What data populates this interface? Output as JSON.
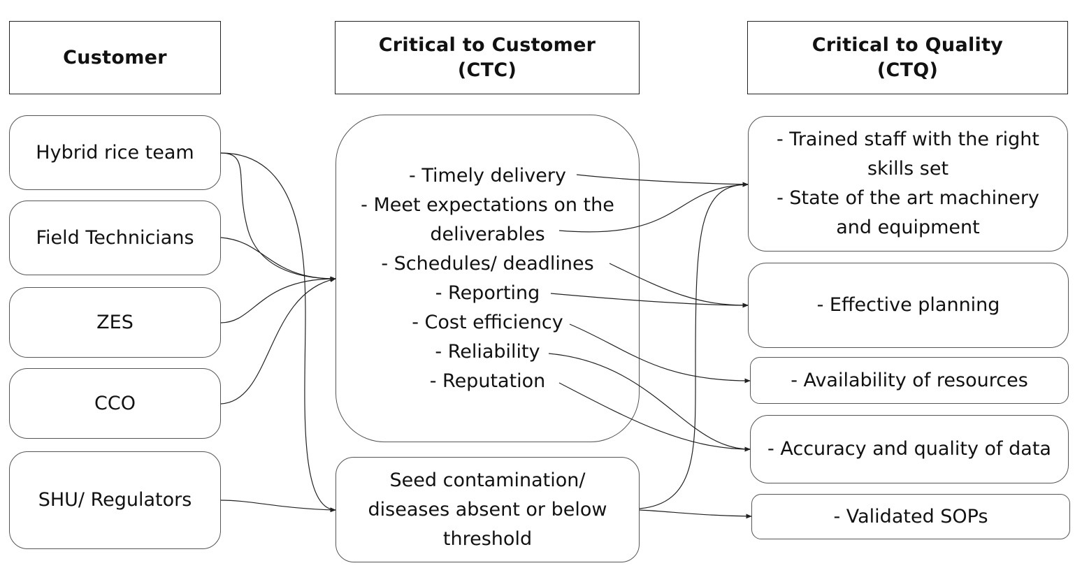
{
  "headers": {
    "customer": "Customer",
    "ctc": [
      "Critical to Customer",
      "(CTC)"
    ],
    "ctq": [
      "Critical to Quality",
      "(CTQ)"
    ]
  },
  "customers": [
    "Hybrid rice team",
    "Field Technicians",
    "ZES",
    "CCO",
    "SHU/ Regulators"
  ],
  "ctc_main": [
    "- Timely delivery",
    "- Meet expectations on the",
    "deliverables",
    "- Schedules/ deadlines",
    "- Reporting",
    "- Cost efficiency",
    "- Reliability",
    "- Reputation"
  ],
  "ctc_seed": [
    "Seed contamination/",
    "diseases absent or below",
    "threshold"
  ],
  "ctq": {
    "staff": [
      "- Trained staff with the right",
      "skills set",
      "- State of the art machinery",
      "and equipment"
    ],
    "planning": "- Effective planning",
    "resources": "- Availability of resources",
    "accuracy": "- Accuracy and quality of data",
    "sops": "- Validated SOPs"
  },
  "colors": {
    "line": "#222222",
    "border": "#555555",
    "text": "#111111"
  }
}
